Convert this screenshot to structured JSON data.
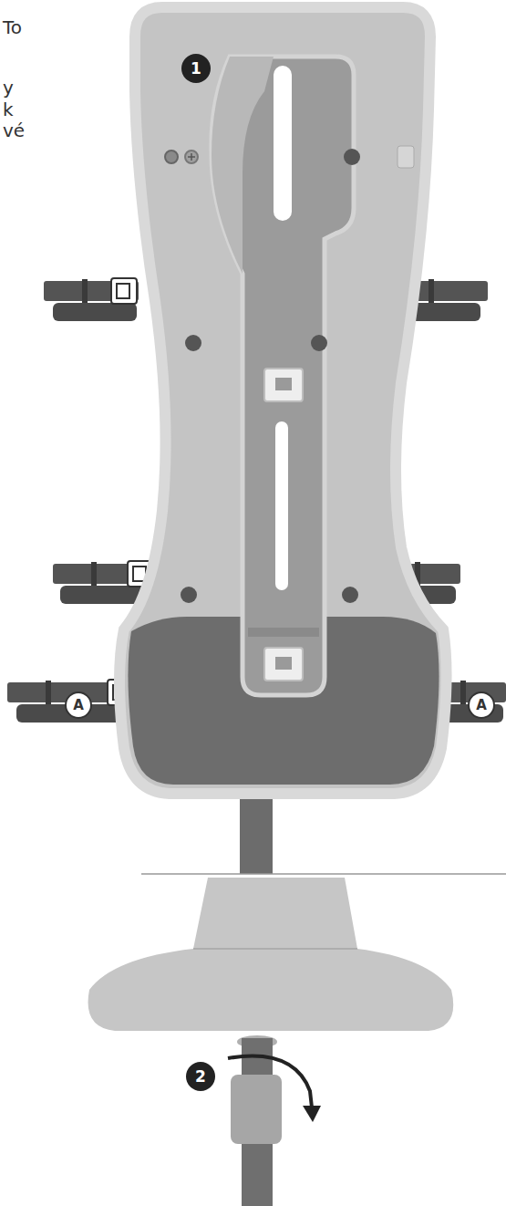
{
  "diagram": {
    "labels": [
      "To",
      "1",
      "y",
      "k",
      "vé",
      "A",
      "A",
      "2"
    ]
  }
}
